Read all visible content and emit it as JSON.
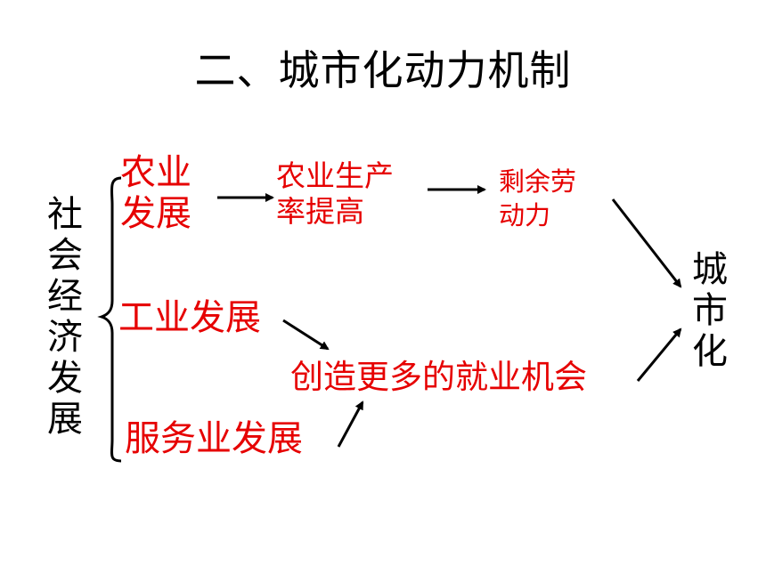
{
  "title": "二、城市化动力机制",
  "root": {
    "chars": [
      "社",
      "会",
      "经",
      "济",
      "发",
      "展"
    ]
  },
  "branches": {
    "agriculture": {
      "line1": "农业",
      "line2": "发展"
    },
    "industry": {
      "label": "工业发展"
    },
    "service": {
      "label": "服务业发展"
    }
  },
  "steps": {
    "productivity": {
      "line1": "农业生产",
      "line2": "率提高"
    },
    "surplus": {
      "line1": "剩余劳",
      "line2": "动力"
    },
    "jobs": {
      "label": "创造更多的就业机会"
    }
  },
  "result": {
    "chars": [
      "城",
      "市",
      "化"
    ]
  },
  "colors": {
    "highlight": "#e60000",
    "text": "#000000"
  }
}
